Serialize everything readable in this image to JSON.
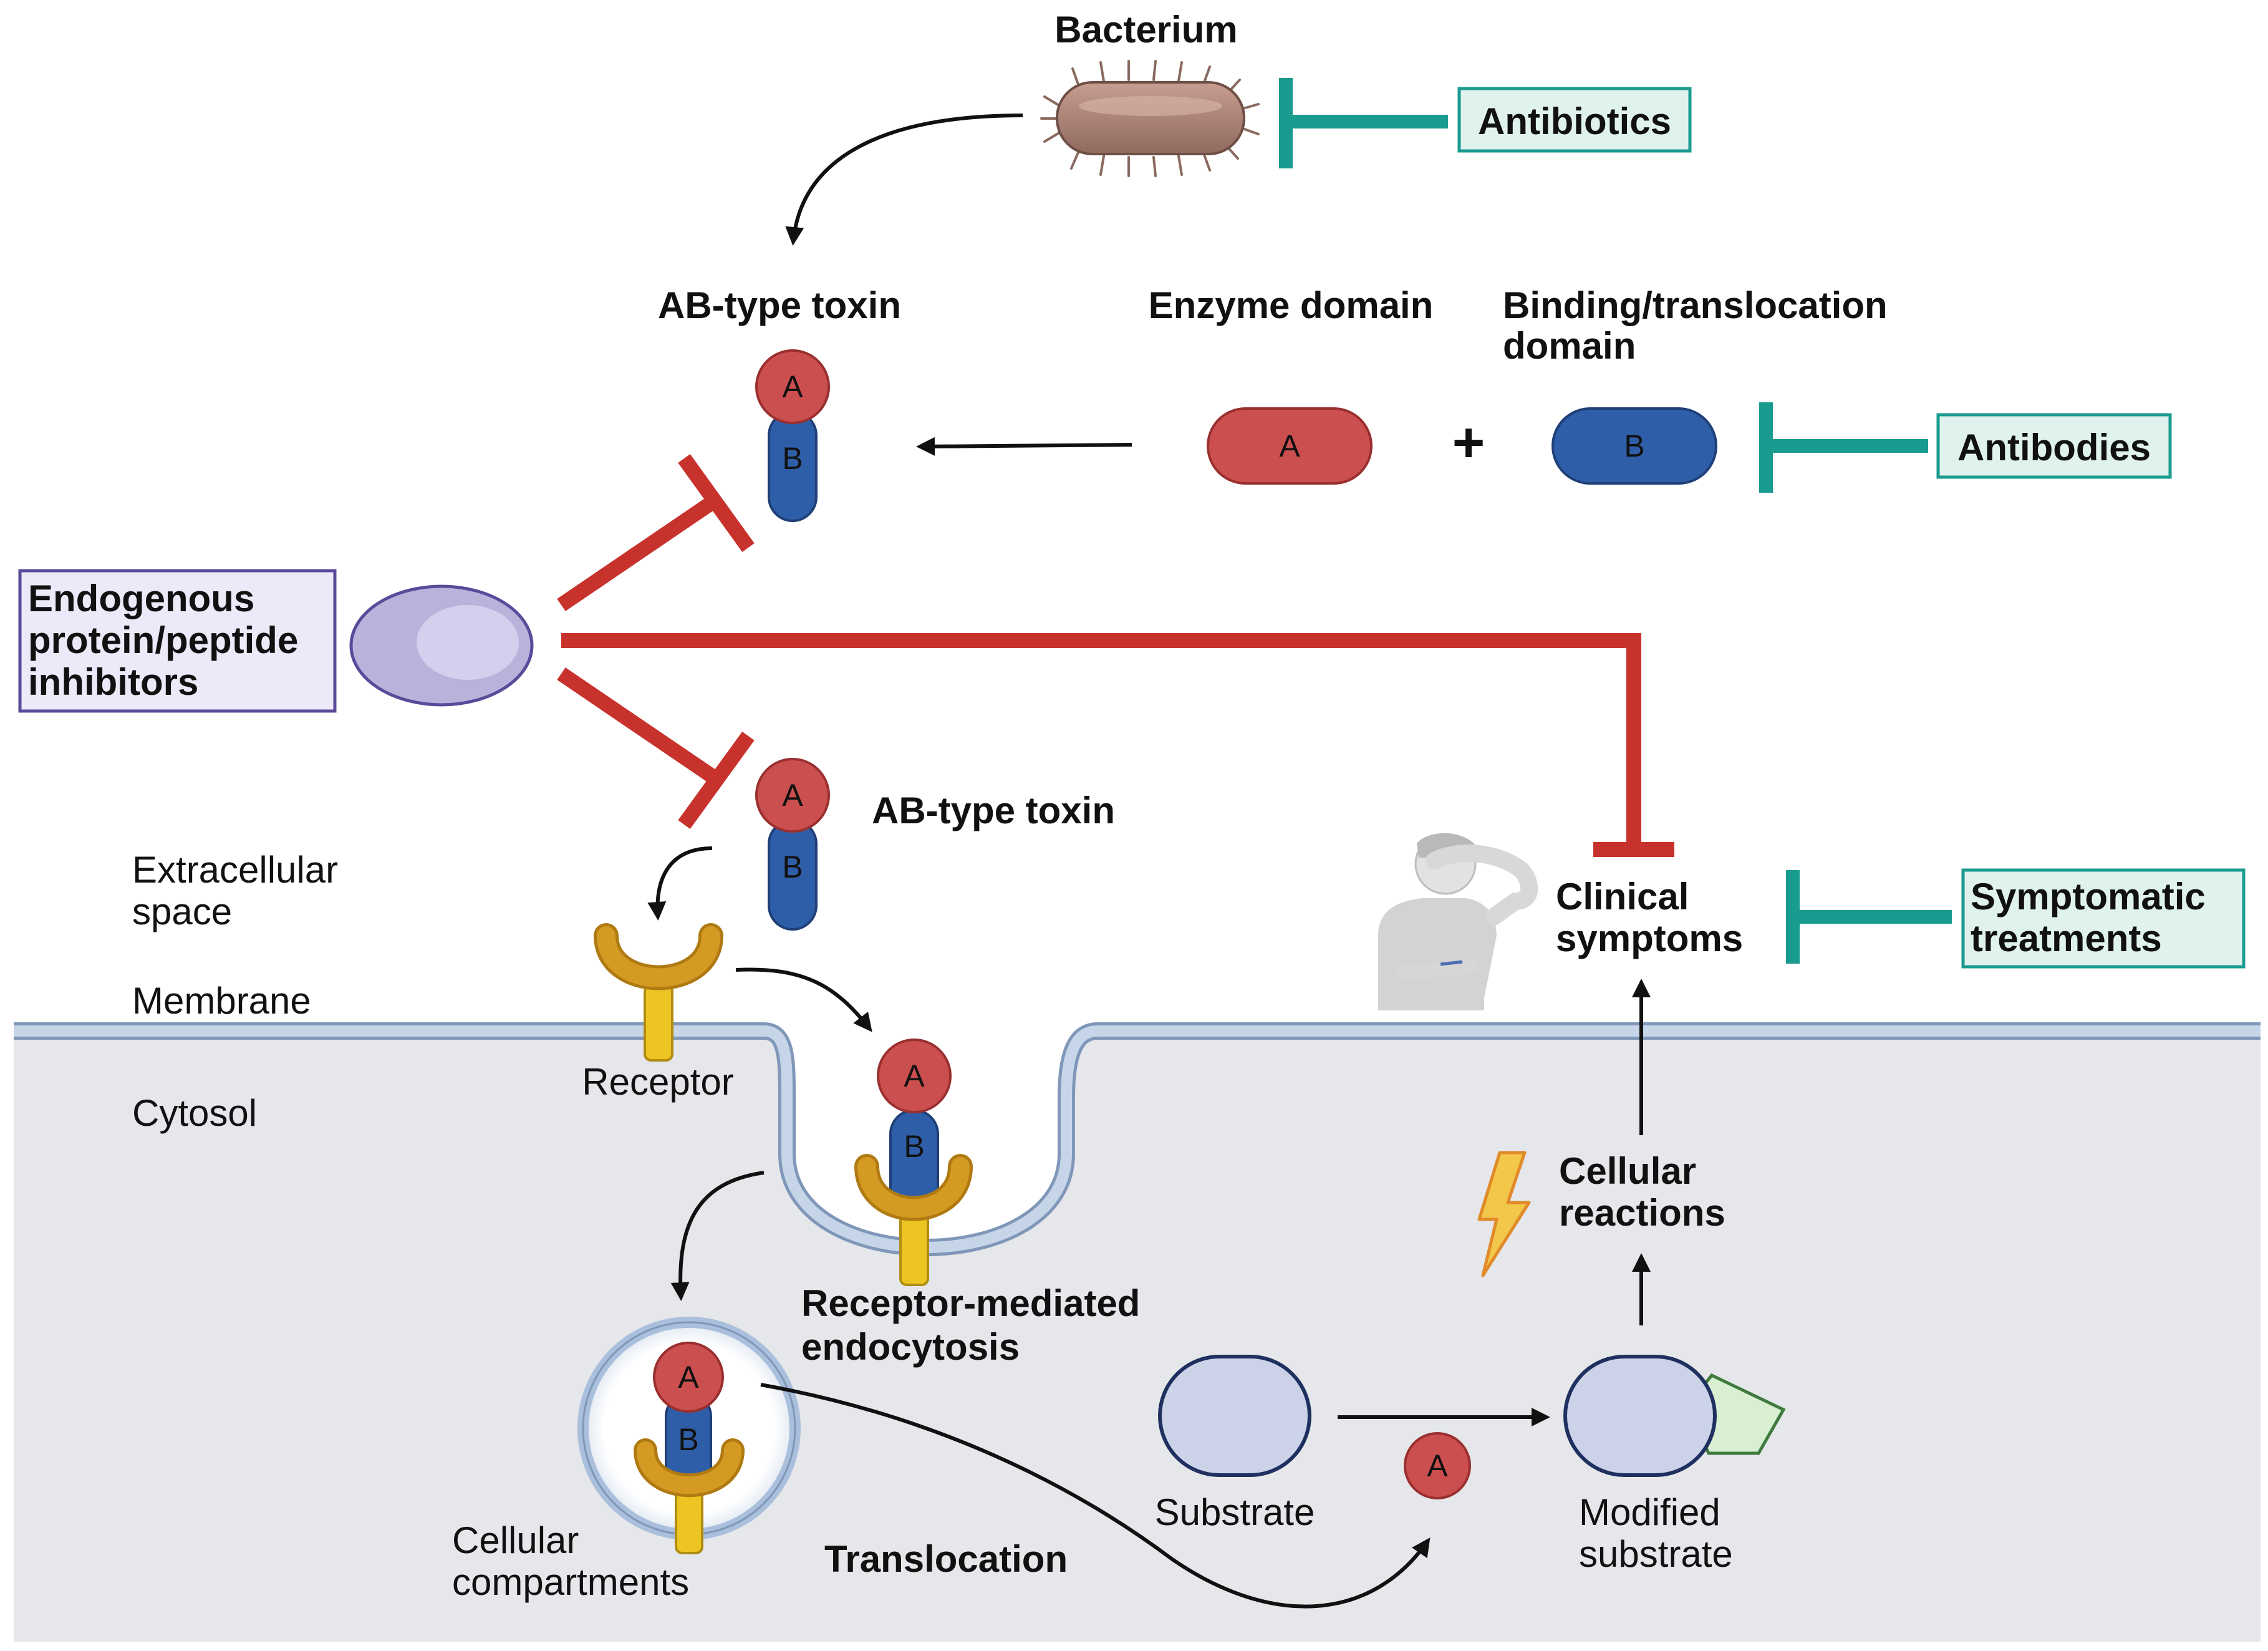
{
  "title_bacterium": "Bacterium",
  "therapies": {
    "antibiotics": "Antibiotics",
    "antibodies": "Antibodies",
    "symptomatic_line1": "Symptomatic",
    "symptomatic_line2": "treatments"
  },
  "toxin_labels": {
    "ab_type_toxin_top": "AB-type toxin",
    "ab_type_toxin_mid": "AB-type toxin",
    "enzyme_domain": "Enzyme domain",
    "binding_line1": "Binding/translocation",
    "binding_line2": "domain",
    "plus": "+"
  },
  "domain_letters": {
    "a": "A",
    "b": "B"
  },
  "inhibitors": {
    "line1": "Endogenous",
    "line2": "protein/peptide",
    "line3": "inhibitors"
  },
  "regions": {
    "extracellular_line1": "Extracellular",
    "extracellular_line2": "space",
    "membrane": "Membrane",
    "cytosol": "Cytosol"
  },
  "process": {
    "receptor": "Receptor",
    "endocytosis_line1": "Receptor-mediated",
    "endocytosis_line2": "endocytosis",
    "compartments_line1": "Cellular",
    "compartments_line2": "compartments",
    "translocation": "Translocation",
    "substrate": "Substrate",
    "modified_line1": "Modified",
    "modified_line2": "substrate",
    "reactions_line1": "Cellular",
    "reactions_line2": "reactions",
    "symptoms_line1": "Clinical",
    "symptoms_line2": "symptoms"
  },
  "colors": {
    "inhibit_red": "#c8322d",
    "teal": "#1a9b8f",
    "domain_a": "#cc4f4f",
    "domain_b": "#2f5ea8",
    "receptor_gold": "#d49a22",
    "receptor_yellow": "#ecc523",
    "cytosol_gray": "#e6e7ea",
    "membrane_blue": "#b9c9de",
    "inhibitor_purple": "#b9b3dc"
  }
}
